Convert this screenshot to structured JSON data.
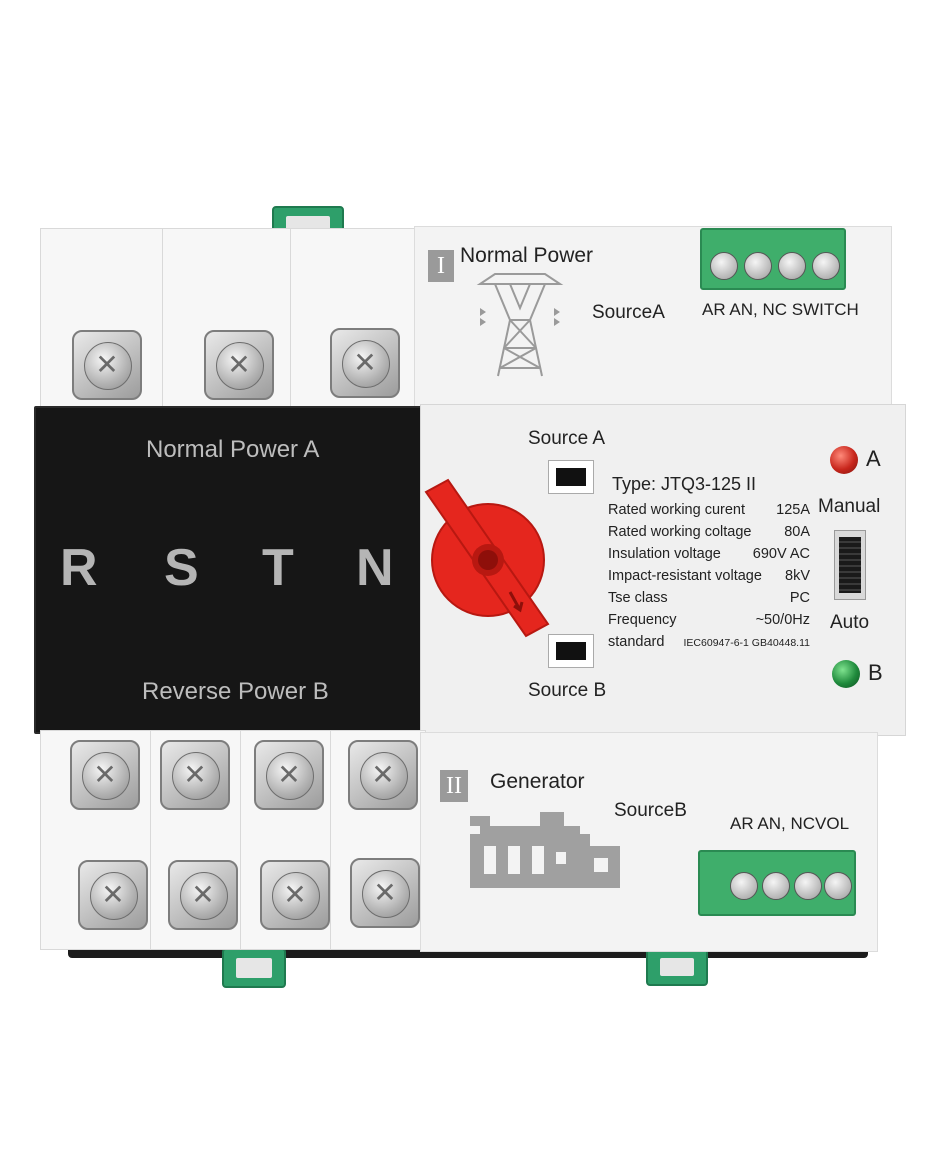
{
  "device": {
    "top_panel": {
      "roman": "I",
      "title": "Normal Power",
      "source": "SourceA",
      "terminal_label": "AR AN, NC SWITCH"
    },
    "bottom_panel": {
      "roman": "II",
      "title": "Generator",
      "source": "SourceB",
      "terminal_label": "AR AN, NCVOL"
    },
    "black_cover": {
      "top_label": "Normal Power A",
      "bottom_label": "Reverse Power B",
      "phases": [
        "R",
        "S",
        "T",
        "N"
      ]
    },
    "control": {
      "source_a": "Source A",
      "source_b": "Source B",
      "led_a_label": "A",
      "led_b_label": "B",
      "manual_label": "Manual",
      "auto_label": "Auto",
      "led_a_color": "#c8261c",
      "led_b_color": "#1f8a3c",
      "knob_color": "#e5261e"
    },
    "spec": {
      "type": "Type: JTQ3-125 II",
      "rows": [
        {
          "name": "Rated working curent",
          "value": "125A"
        },
        {
          "name": "Rated working coltage",
          "value": "80A"
        },
        {
          "name": "Insulation voltage",
          "value": "690V AC"
        },
        {
          "name": "Impact-resistant voltage",
          "value": "8kV"
        },
        {
          "name": "Tse class",
          "value": "PC"
        },
        {
          "name": "Frequency",
          "value": "~50/0Hz"
        },
        {
          "name": "standard",
          "value": "IEC60947-6-1 GB40448.11"
        }
      ]
    }
  }
}
